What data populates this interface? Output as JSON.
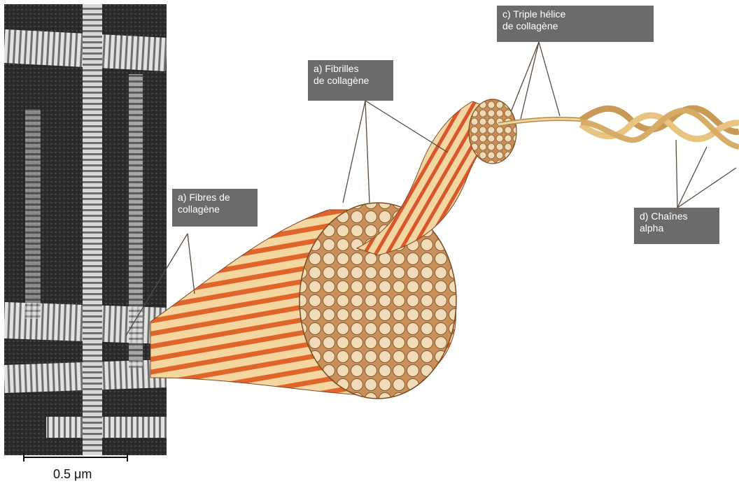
{
  "labels": {
    "fibres": "a) Fibres de\ncollagène",
    "fibrilles": "a) Fibrilles\nde collagène",
    "triple_helix": "c) Triple hélice\nde collagène",
    "alpha_chains": "d) Chaînes\nalpha"
  },
  "scale_bar": {
    "value": "0.5 μm"
  },
  "colors": {
    "label_background": "#6b6b6b",
    "label_text": "#ffffff",
    "fiber_orange": "#e06a2c",
    "fiber_cream": "#f3d9a8",
    "micrograph_dark": "#2a2a2a"
  }
}
